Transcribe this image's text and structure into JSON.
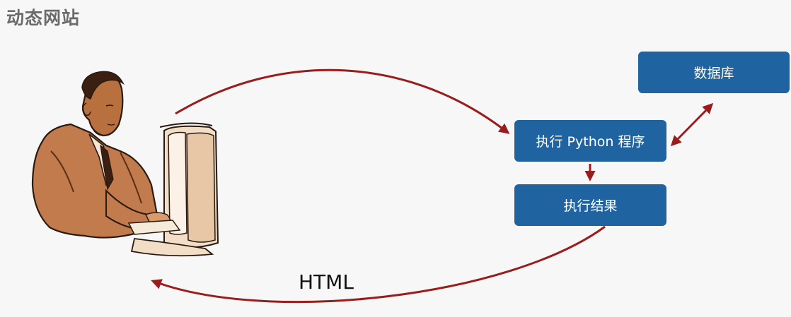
{
  "title": "动态网站",
  "nodes": {
    "database": "数据库",
    "run_python": "执行 Python 程序",
    "run_result": "执行结果"
  },
  "edge_label": "HTML",
  "colors": {
    "background": "#f7f7f7",
    "box": "#1f64a0",
    "arrow": "#9a1c1c",
    "title": "#6b6b6b"
  },
  "illustration": "user-at-computer-clipart"
}
